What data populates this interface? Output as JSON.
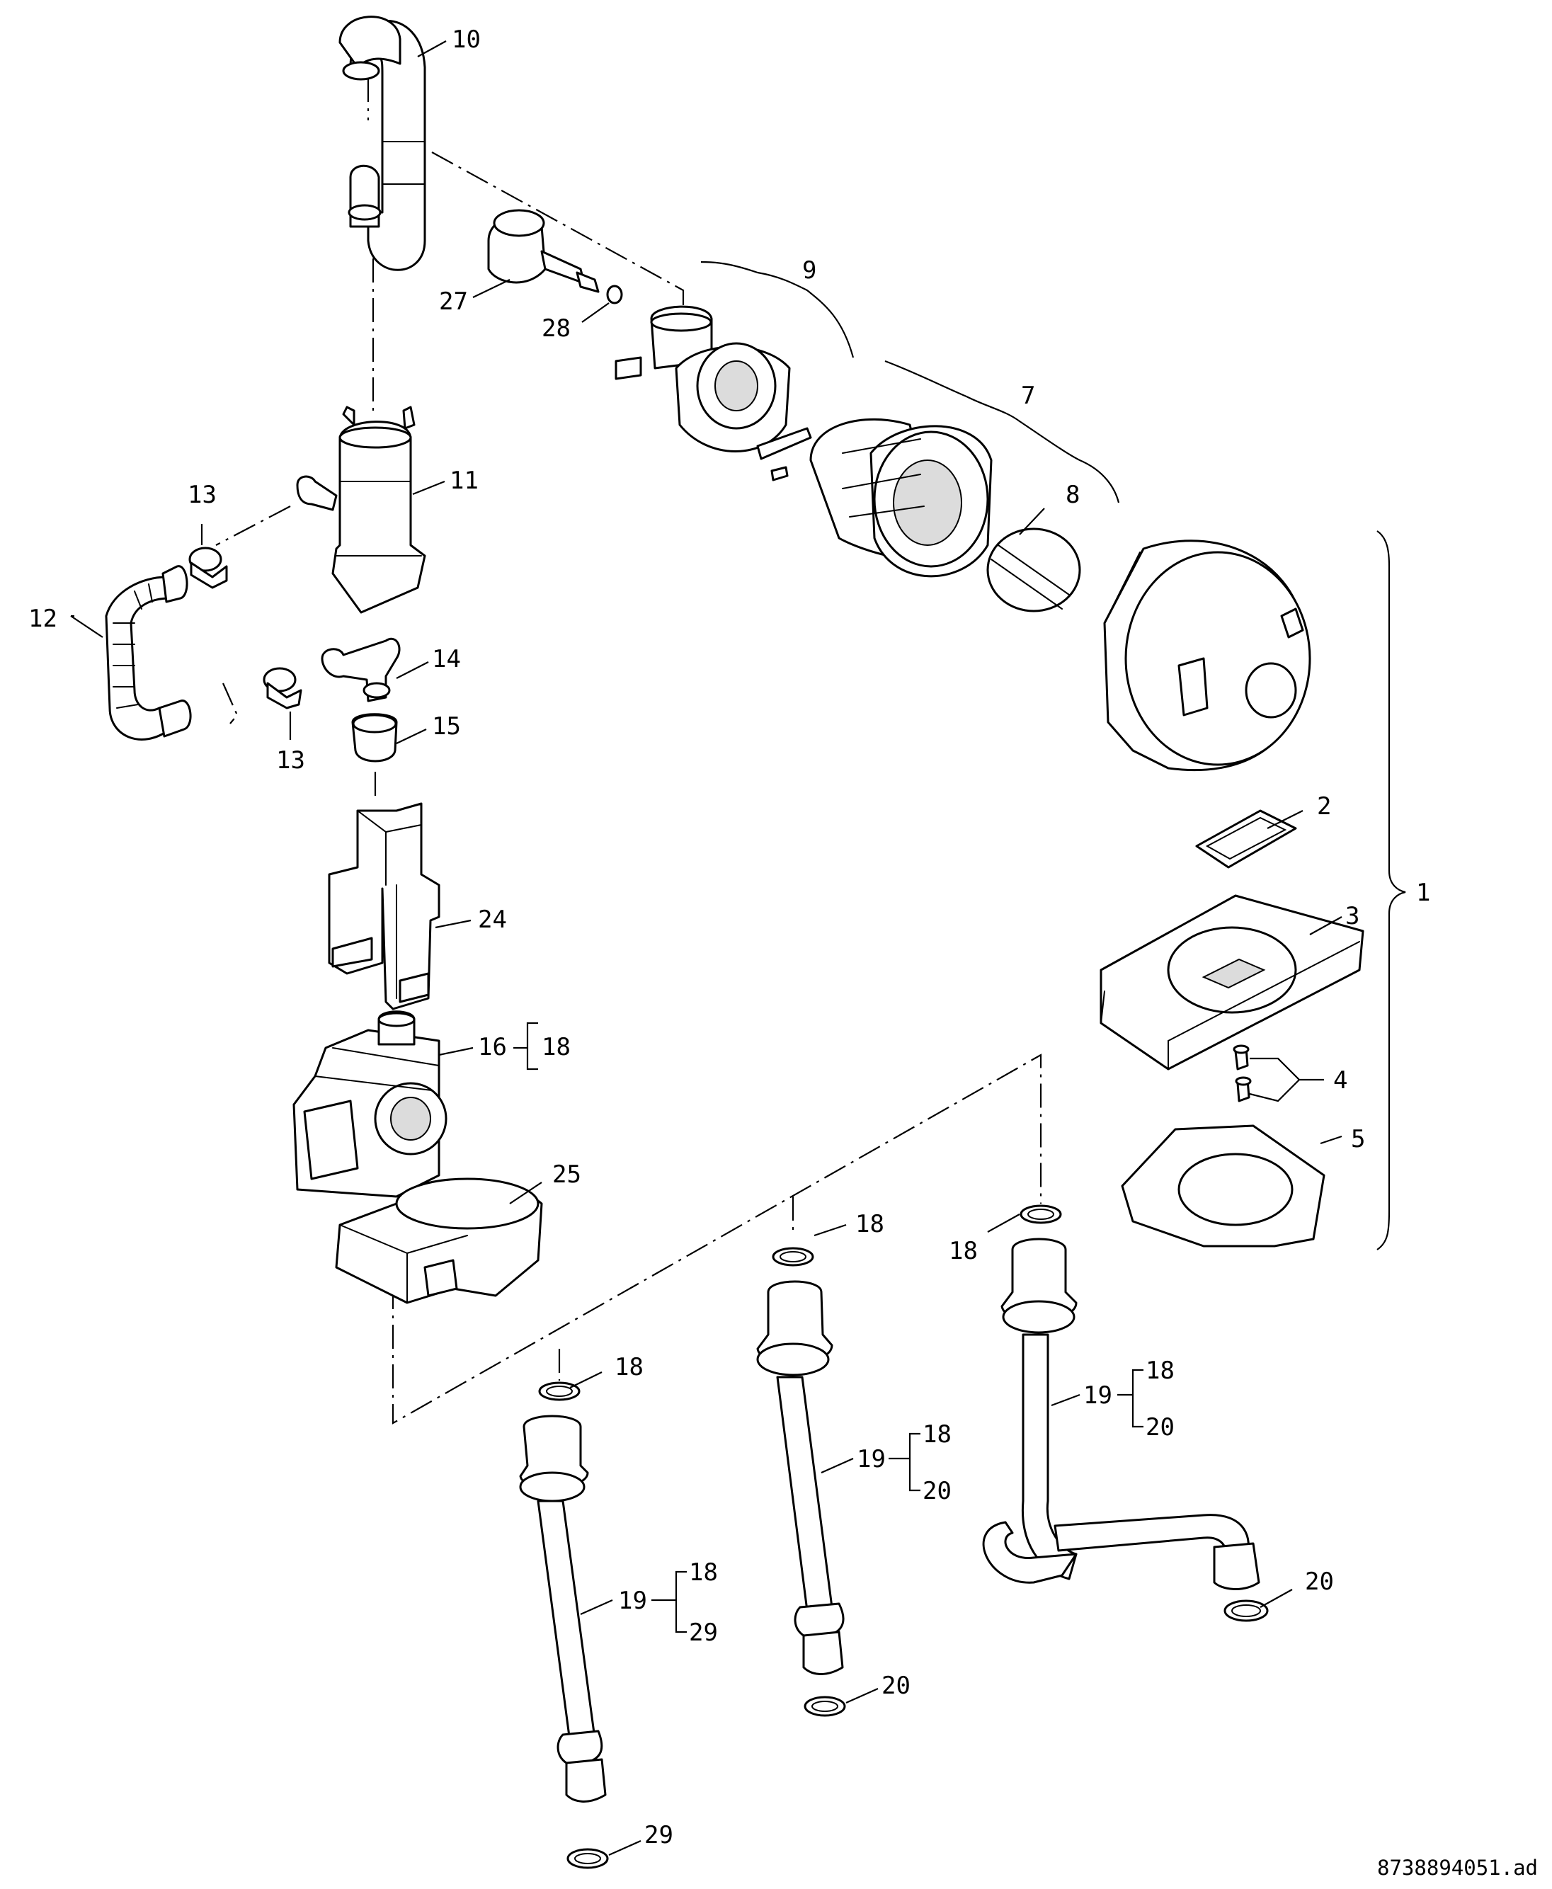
{
  "diagram": {
    "document_id": "8738894051.ad",
    "callouts": [
      {
        "id": "c10",
        "text": "10"
      },
      {
        "id": "c9",
        "text": "9"
      },
      {
        "id": "c27",
        "text": "27"
      },
      {
        "id": "c28",
        "text": "28"
      },
      {
        "id": "c7",
        "text": "7"
      },
      {
        "id": "c8",
        "text": "8"
      },
      {
        "id": "c11",
        "text": "11"
      },
      {
        "id": "c13a",
        "text": "13"
      },
      {
        "id": "c12",
        "text": "12"
      },
      {
        "id": "c14",
        "text": "14"
      },
      {
        "id": "c13b",
        "text": "13"
      },
      {
        "id": "c15",
        "text": "15"
      },
      {
        "id": "c2",
        "text": "2"
      },
      {
        "id": "c1",
        "text": "1"
      },
      {
        "id": "c3",
        "text": "3"
      },
      {
        "id": "c24",
        "text": "24"
      },
      {
        "id": "c16",
        "text": "16"
      },
      {
        "id": "c16_18",
        "text": "18"
      },
      {
        "id": "c4",
        "text": "4"
      },
      {
        "id": "c5",
        "text": "5"
      },
      {
        "id": "c25",
        "text": "25"
      },
      {
        "id": "c18a",
        "text": "18"
      },
      {
        "id": "c18b",
        "text": "18"
      },
      {
        "id": "c18c",
        "text": "18"
      },
      {
        "id": "c19a",
        "text": "19"
      },
      {
        "id": "c19a_18",
        "text": "18"
      },
      {
        "id": "c19a_20",
        "text": "20"
      },
      {
        "id": "c19b",
        "text": "19"
      },
      {
        "id": "c19b_18",
        "text": "18"
      },
      {
        "id": "c19b_20",
        "text": "20"
      },
      {
        "id": "c19c",
        "text": "19"
      },
      {
        "id": "c19c_18",
        "text": "18"
      },
      {
        "id": "c19c_29",
        "text": "29"
      },
      {
        "id": "c20a",
        "text": "20"
      },
      {
        "id": "c20b",
        "text": "20"
      },
      {
        "id": "c29",
        "text": "29"
      }
    ]
  }
}
